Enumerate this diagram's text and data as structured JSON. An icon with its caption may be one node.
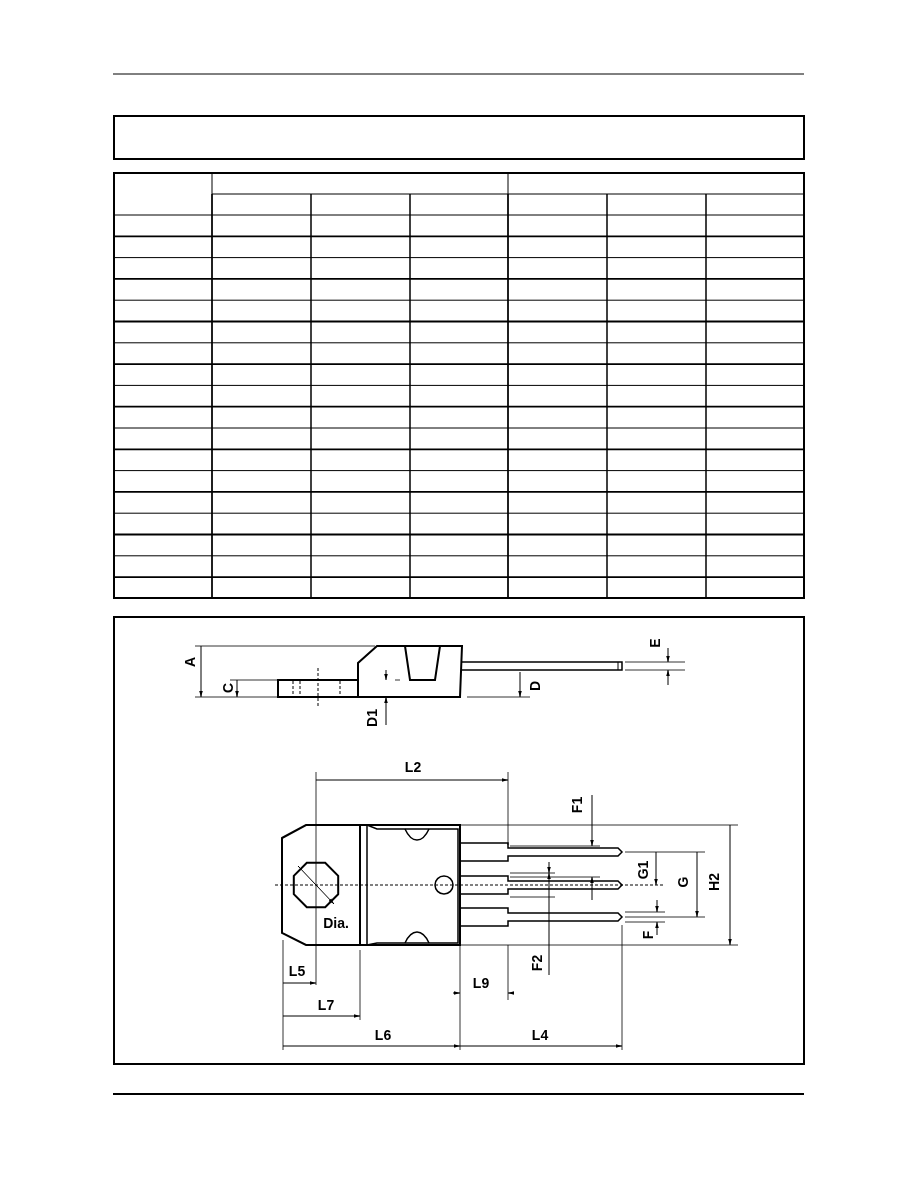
{
  "diagram": {
    "labels": [
      "A",
      "C",
      "D1",
      "D",
      "E",
      "L2",
      "F1",
      "G1",
      "G",
      "H2",
      "Dia.",
      "F",
      "F2",
      "L5",
      "L9",
      "L7",
      "L6",
      "L4"
    ]
  }
}
